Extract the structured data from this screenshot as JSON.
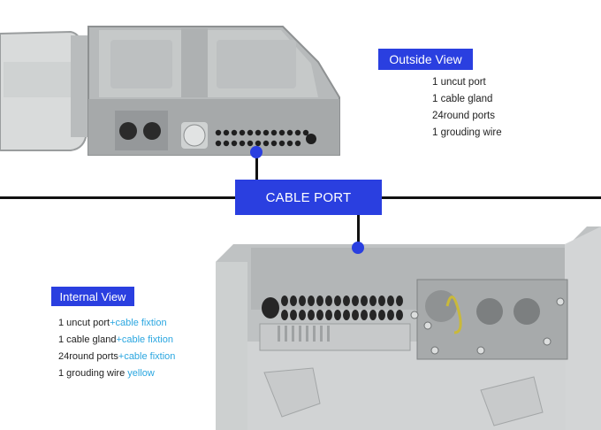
{
  "labels": {
    "cable_port": "CABLE PORT",
    "outside_view": "Outside View",
    "internal_view": "Internal View"
  },
  "outside_items": [
    "1 uncut port",
    "1 cable gland",
    "24round ports",
    "1 grouding wire"
  ],
  "internal_items": [
    {
      "base": "1 uncut port",
      "extra": "+cable fixtion"
    },
    {
      "base": "1 cable gland",
      "extra": "+cable fixtion"
    },
    {
      "base": "24round ports",
      "extra": "+cable fixtion"
    },
    {
      "base": "1 grouding wire ",
      "extra": "yellow"
    }
  ],
  "colors": {
    "label_bg": "#2a3fe0",
    "accent_text": "#2aa6e0",
    "enclosure_gray": "#a9acad"
  }
}
